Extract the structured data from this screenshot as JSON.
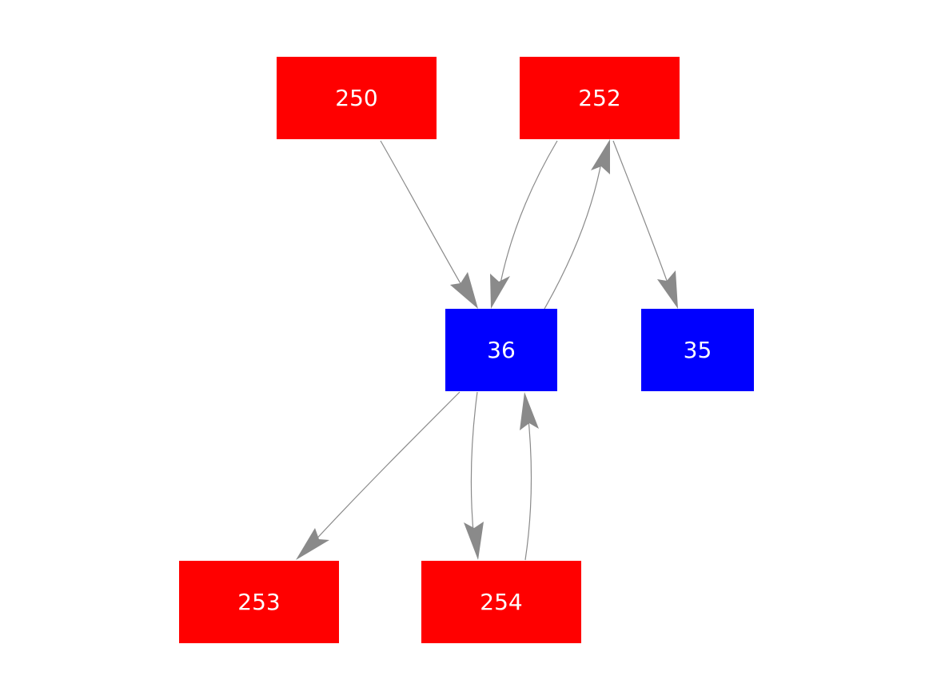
{
  "colors": {
    "red_node": "#ff0000",
    "blue_node": "#0000ff",
    "edge": "#8a8a8a",
    "label": "#ffffff"
  },
  "nodes": [
    {
      "id": "n250",
      "label": "250",
      "color": "#ff0000"
    },
    {
      "id": "n252",
      "label": "252",
      "color": "#ff0000"
    },
    {
      "id": "n36",
      "label": "36",
      "color": "#0000ff"
    },
    {
      "id": "n35",
      "label": "35",
      "color": "#0000ff"
    },
    {
      "id": "n253",
      "label": "253",
      "color": "#ff0000"
    },
    {
      "id": "n254",
      "label": "254",
      "color": "#ff0000"
    }
  ],
  "edges": [
    {
      "from": "250",
      "to": "36"
    },
    {
      "from": "252",
      "to": "36"
    },
    {
      "from": "36",
      "to": "252"
    },
    {
      "from": "252",
      "to": "35"
    },
    {
      "from": "36",
      "to": "253"
    },
    {
      "from": "36",
      "to": "254"
    },
    {
      "from": "254",
      "to": "36"
    }
  ]
}
